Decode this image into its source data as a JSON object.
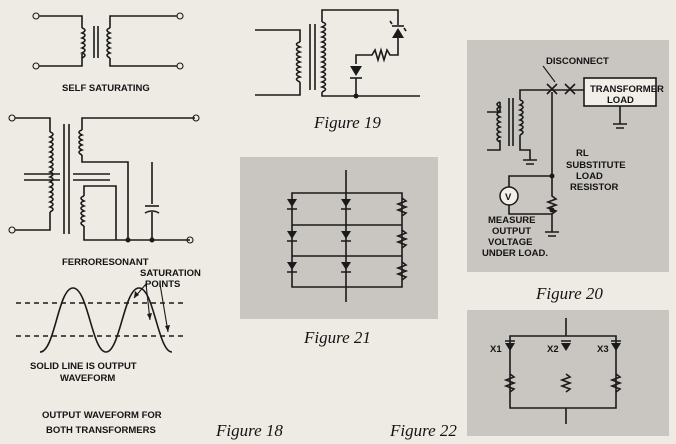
{
  "figure18": {
    "caption": "Figure 18",
    "self_saturating_label": "SELF SATURATING",
    "ferroresonant_label": "FERRORESONANT",
    "saturation_label_1": "SATURATION",
    "saturation_label_2": "POINTS",
    "solid_line_1": "SOLID LINE IS OUTPUT",
    "solid_line_2": "WAVEFORM",
    "output_note_1": "OUTPUT WAVEFORM FOR",
    "output_note_2": "BOTH TRANSFORMERS"
  },
  "figure19": {
    "caption": "Figure 19"
  },
  "figure20": {
    "caption": "Figure 20",
    "disconnect_label": "DISCONNECT",
    "load_label_1": "TRANSFORMER",
    "load_label_2": "LOAD",
    "meter_symbol": "V",
    "rl_label": "RL",
    "substitute_1": "SUBSTITUTE",
    "substitute_2": "LOAD",
    "substitute_3": "RESISTOR",
    "measure_1": "MEASURE",
    "measure_2": "OUTPUT",
    "measure_3": "VOLTAGE",
    "measure_4": "UNDER LOAD."
  },
  "figure21": {
    "caption": "Figure 21"
  },
  "figure22": {
    "caption": "Figure 22",
    "x1": "X1",
    "x2": "X2",
    "x3": "X3"
  },
  "colors": {
    "page": "#eeebe4",
    "panel": "#c9c6c1",
    "ink": "#1a1a1a"
  }
}
